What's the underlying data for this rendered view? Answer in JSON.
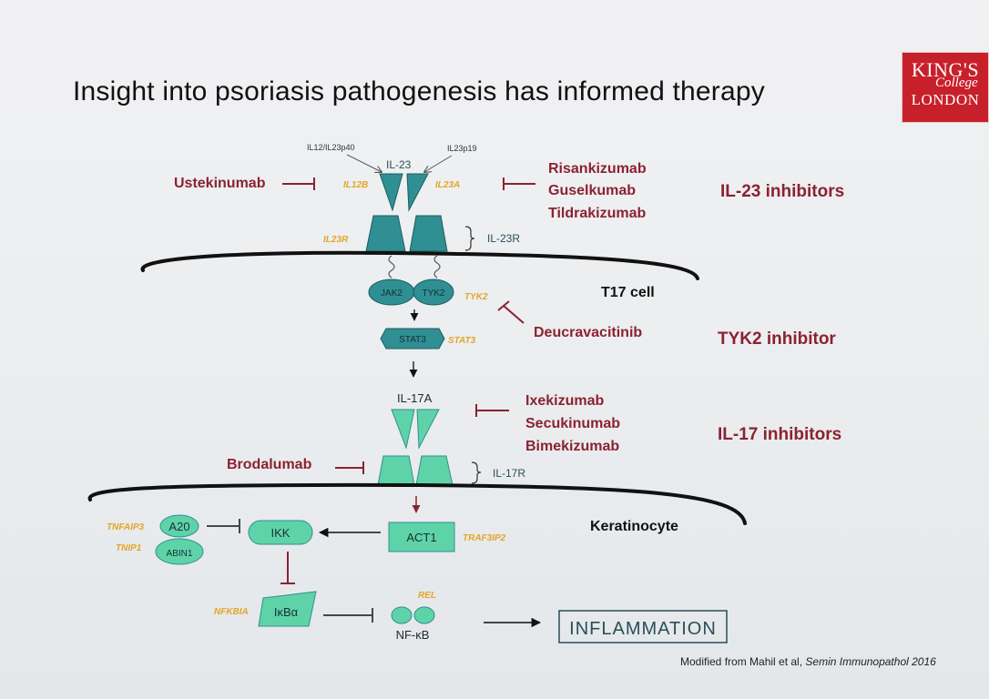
{
  "slide": {
    "title": "Insight into psoriasis pathogenesis has informed therapy",
    "logo": {
      "line1": "KING'S",
      "line2": "College",
      "line3": "LONDON"
    }
  },
  "diagram": {
    "il23": {
      "subunit_left": "IL12/IL23p40",
      "subunit_right": "IL23p19",
      "ligand": "IL-23",
      "gene_left": "IL12B",
      "gene_right": "IL23A",
      "receptor_gene": "IL23R",
      "receptor": "IL-23R",
      "drug_left": "Ustekinumab",
      "drugs_right": [
        "Risankizumab",
        "Guselkumab",
        "Tildrakizumab"
      ],
      "class_label": "IL-23 inhibitors"
    },
    "t17": {
      "cell": "T17 cell",
      "jak2": "JAK2",
      "tyk2": "TYK2",
      "tyk2_gene": "TYK2",
      "stat3": "STAT3",
      "stat3_gene": "STAT3",
      "drug": "Deucravacitinib",
      "class_label": "TYK2 inhibitor"
    },
    "il17": {
      "ligand": "IL-17A",
      "receptor": "IL-17R",
      "drugs_right": [
        "Ixekizumab",
        "Secukinumab",
        "Bimekizumab"
      ],
      "drug_left": "Brodalumab",
      "class_label": "IL-17 inhibitors"
    },
    "keratinocyte": {
      "cell": "Keratinocyte",
      "act1": "ACT1",
      "act1_gene": "TRAF3IP2",
      "ikk": "IKK",
      "a20": "A20",
      "a20_gene": "TNFAIP3",
      "abin1": "ABIN1",
      "abin1_gene": "TNIP1",
      "ikba": "IκBα",
      "ikba_gene": "NFKBIA",
      "nfkb": "NF-κB",
      "nfkb_gene": "REL",
      "outcome": "INFLAMMATION"
    },
    "citation": {
      "prefix": "Modified from Mahil et al, ",
      "journal": "Semin Immunopathol 2016"
    }
  },
  "colors": {
    "teal_dark": "#2f8f92",
    "teal_light": "#5fd3a8",
    "drug_red": "#8b2230",
    "gene_gold": "#e2a727",
    "logo_red": "#c8202b"
  }
}
